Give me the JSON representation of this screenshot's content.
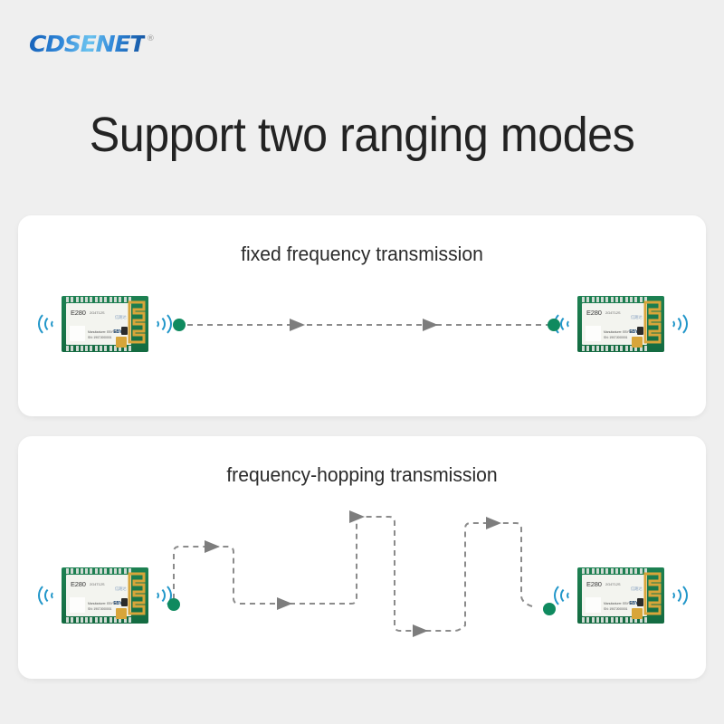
{
  "brand": {
    "logo_text": "CDSENET",
    "registered_mark": "®"
  },
  "heading": "Support two ranging modes",
  "cards": [
    {
      "id": "fixed",
      "title": "fixed frequency transmission",
      "mode": "fixed-frequency"
    },
    {
      "id": "hopping",
      "title": "frequency-hopping transmission",
      "mode": "frequency-hopping"
    }
  ],
  "module": {
    "model": "E280",
    "variant": "2G4T12S",
    "brand_mark": "信路达",
    "brand_name": "EBYTE",
    "manufacturer_line": "Manufacturer: EBYTE",
    "serial_line": "SN: 1907J000001",
    "icon_qr": "qr-code",
    "icon_antenna": "pcb-antenna"
  },
  "colors": {
    "background": "#efefef",
    "card": "#ffffff",
    "heading_text": "#232323",
    "card_title_text": "#2b2b2b",
    "signal_arc": "#2196c9",
    "node_dot": "#0f8a5f",
    "path_dash": "#8b8b8b",
    "arrow": "#7d7d7d",
    "pcb_green": "#1a7a4a",
    "antenna_gold": "#d8a53a",
    "logo_blue": "#1560b8"
  },
  "icons": {
    "signal_wave": "signal-wave-icon",
    "transmit_node": "transmit-node-dot",
    "flow_arrow": "flow-arrow-icon"
  }
}
